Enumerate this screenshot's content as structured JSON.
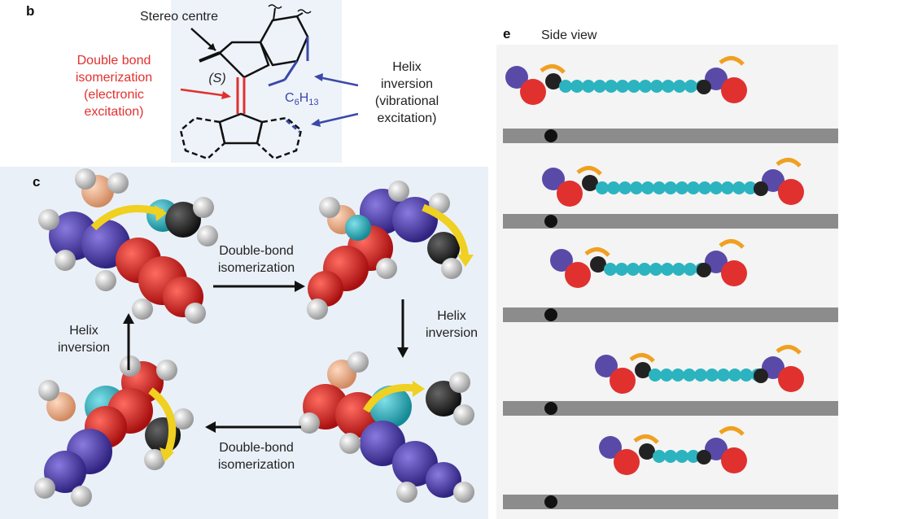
{
  "panel_b": {
    "letter": "b",
    "stereo_centre": "Stereo centre",
    "s_label": "(S)",
    "double_bond": [
      "Double bond",
      "isomerization",
      "(electronic",
      "excitation)"
    ],
    "helix_inversion": [
      "Helix",
      "inversion",
      "(vibrational",
      "excitation)"
    ],
    "substituent_main": "C",
    "substituent_sub1": "6",
    "substituent_h": "H",
    "substituent_sub2": "13"
  },
  "panel_c": {
    "letter": "c",
    "top_arrow": [
      "Double-bond",
      "isomerization"
    ],
    "right_arrow": [
      "Helix",
      "inversion"
    ],
    "bottom_arrow": [
      "Double-bond",
      "isomerization"
    ],
    "left_arrow": [
      "Helix",
      "inversion"
    ]
  },
  "panel_e": {
    "letter": "e",
    "title": "Side view",
    "frames": 5
  },
  "colors": {
    "red": "#e0312f",
    "blue": "#3a49a8",
    "purple": "#5a4aa8",
    "cyan": "#2cb3c0",
    "grey_surface": "#8c8c8c",
    "yellow_arrow": "#f0d020",
    "orange_arrow": "#f0a020"
  }
}
